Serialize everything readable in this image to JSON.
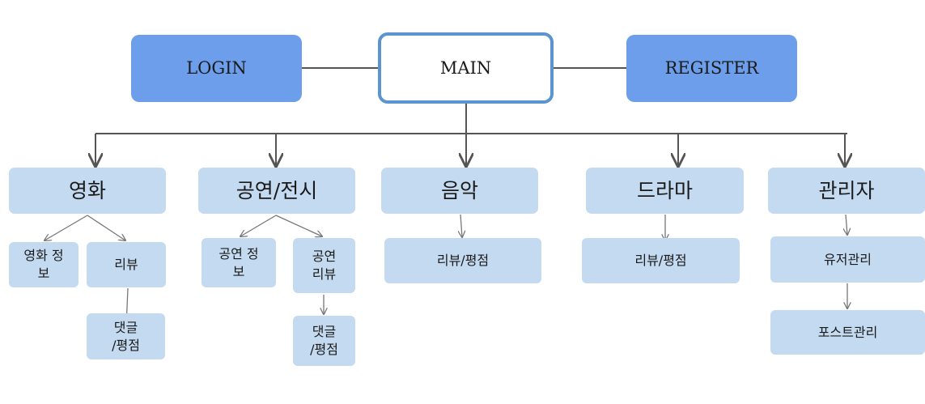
{
  "header": {
    "login": "LOGIN",
    "main": "MAIN",
    "register": "REGISTER"
  },
  "categories": {
    "movie": {
      "label": "영화",
      "info": "영화 정\n보",
      "review": "리뷰",
      "comment": "댓글\n/평점"
    },
    "performance": {
      "label": "공연/전시",
      "info": "공연 정\n보",
      "review": "공연\n리뷰",
      "comment": "댓글\n/평점"
    },
    "music": {
      "label": "음악",
      "review": "리뷰/평점"
    },
    "drama": {
      "label": "드라마",
      "review": "리뷰/평점"
    },
    "admin": {
      "label": "관리자",
      "users": "유저관리",
      "posts": "포스트관리"
    }
  },
  "colors": {
    "top_box": "#6d9eeb",
    "main_border": "#5b95cf",
    "category_box": "#c4daf0",
    "connector": "#555555"
  }
}
